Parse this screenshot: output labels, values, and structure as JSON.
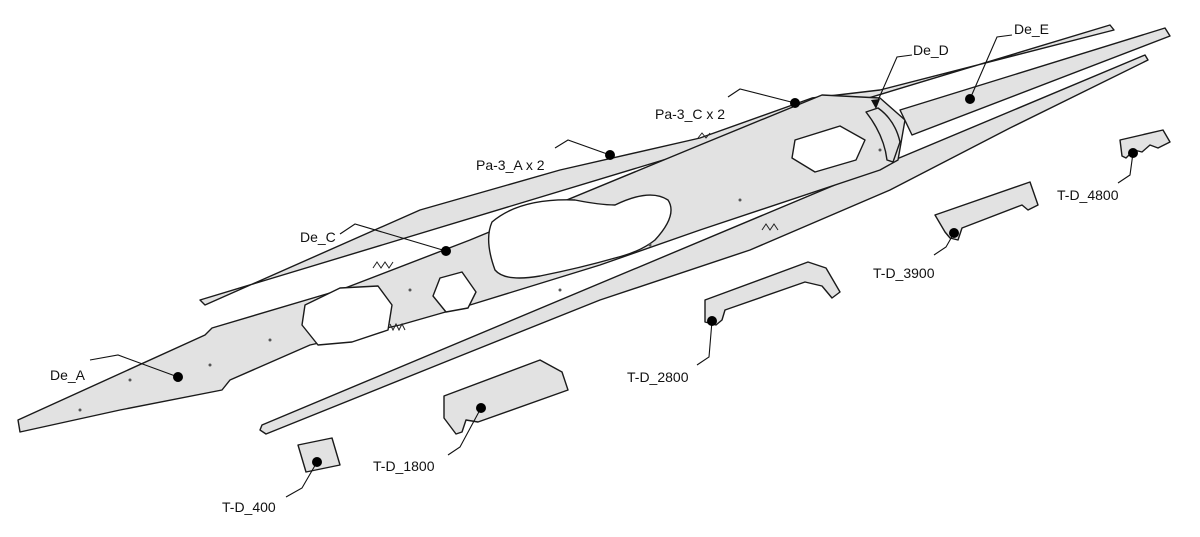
{
  "labels": {
    "de_a": "De_A",
    "de_c": "De_C",
    "de_d": "De_D",
    "de_e": "De_E",
    "pa3_a": "Pa-3_A x 2",
    "pa3_c": "Pa-3_C x 2",
    "td_400": "T-D_400",
    "td_1800": "T-D_1800",
    "td_2800": "T-D_2800",
    "td_3900": "T-D_3900",
    "td_4800": "T-D_4800"
  },
  "colors": {
    "part_fill": "#e2e2e2",
    "outline": "#1a1a1a",
    "background": "#ffffff"
  }
}
